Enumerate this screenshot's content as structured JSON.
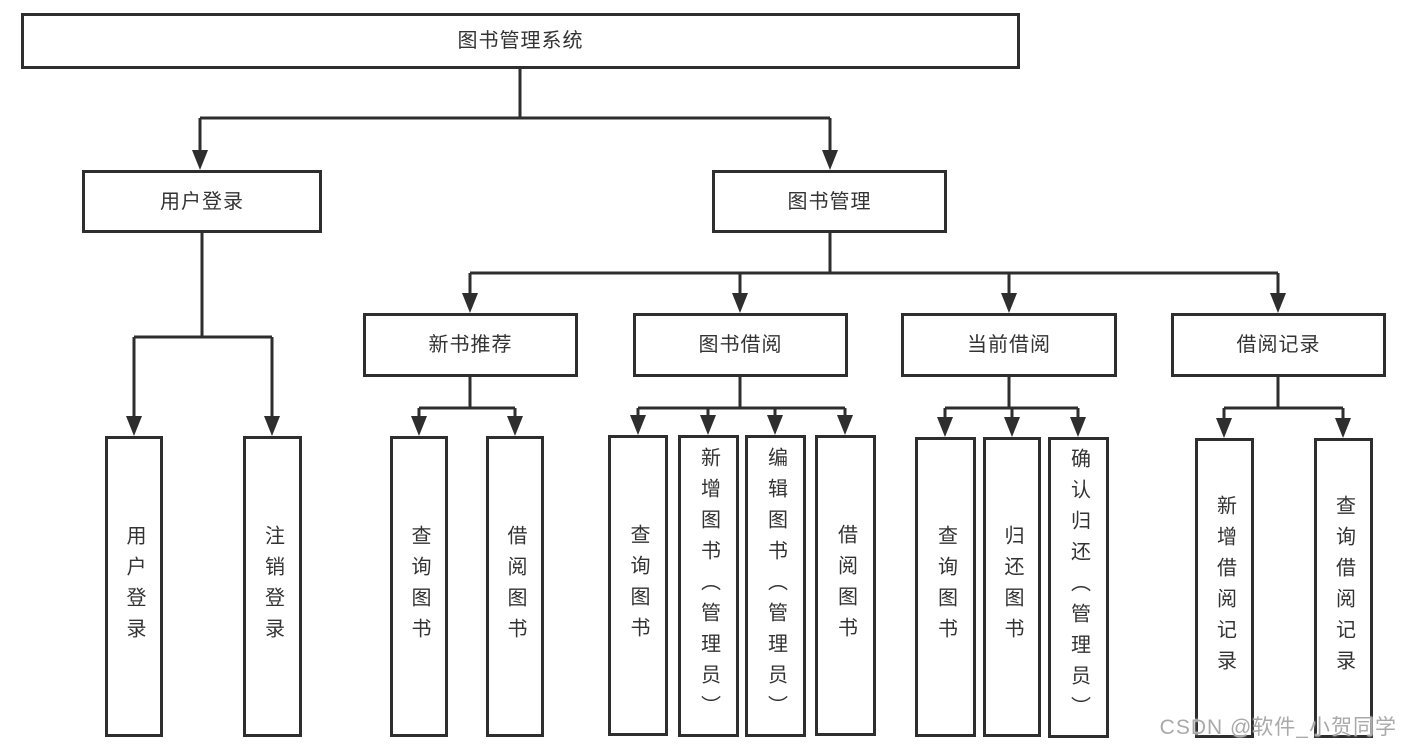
{
  "nodes": {
    "root": "图书管理系统",
    "user_login": "用户登录",
    "book_management": "图书管理",
    "new_book_recommend": "新书推荐",
    "book_borrowing": "图书借阅",
    "current_borrowing": "当前借阅",
    "borrow_records": "借阅记录",
    "leaf_user_login": "用户登录",
    "leaf_logout": "注销登录",
    "rec_query_books": "查询图书",
    "rec_borrow_books": "借阅图书",
    "bb_query_books": "查询图书",
    "bb_add_books_admin": "新增图书（管理员）",
    "bb_edit_books_admin": "编辑图书（管理员）",
    "bb_borrow_books": "借阅图书",
    "cb_query_books": "查询图书",
    "cb_return_books": "归还图书",
    "cb_confirm_return_admin": "确认归还（管理员）",
    "br_add_record": "新增借阅记录",
    "br_query_record": "查询借阅记录"
  },
  "watermark": "CSDN @软件_小贺同学",
  "colors": {
    "line": "#2e2e2e",
    "text": "#333333",
    "background": "#ffffff",
    "watermark": "#a9a9a9"
  }
}
